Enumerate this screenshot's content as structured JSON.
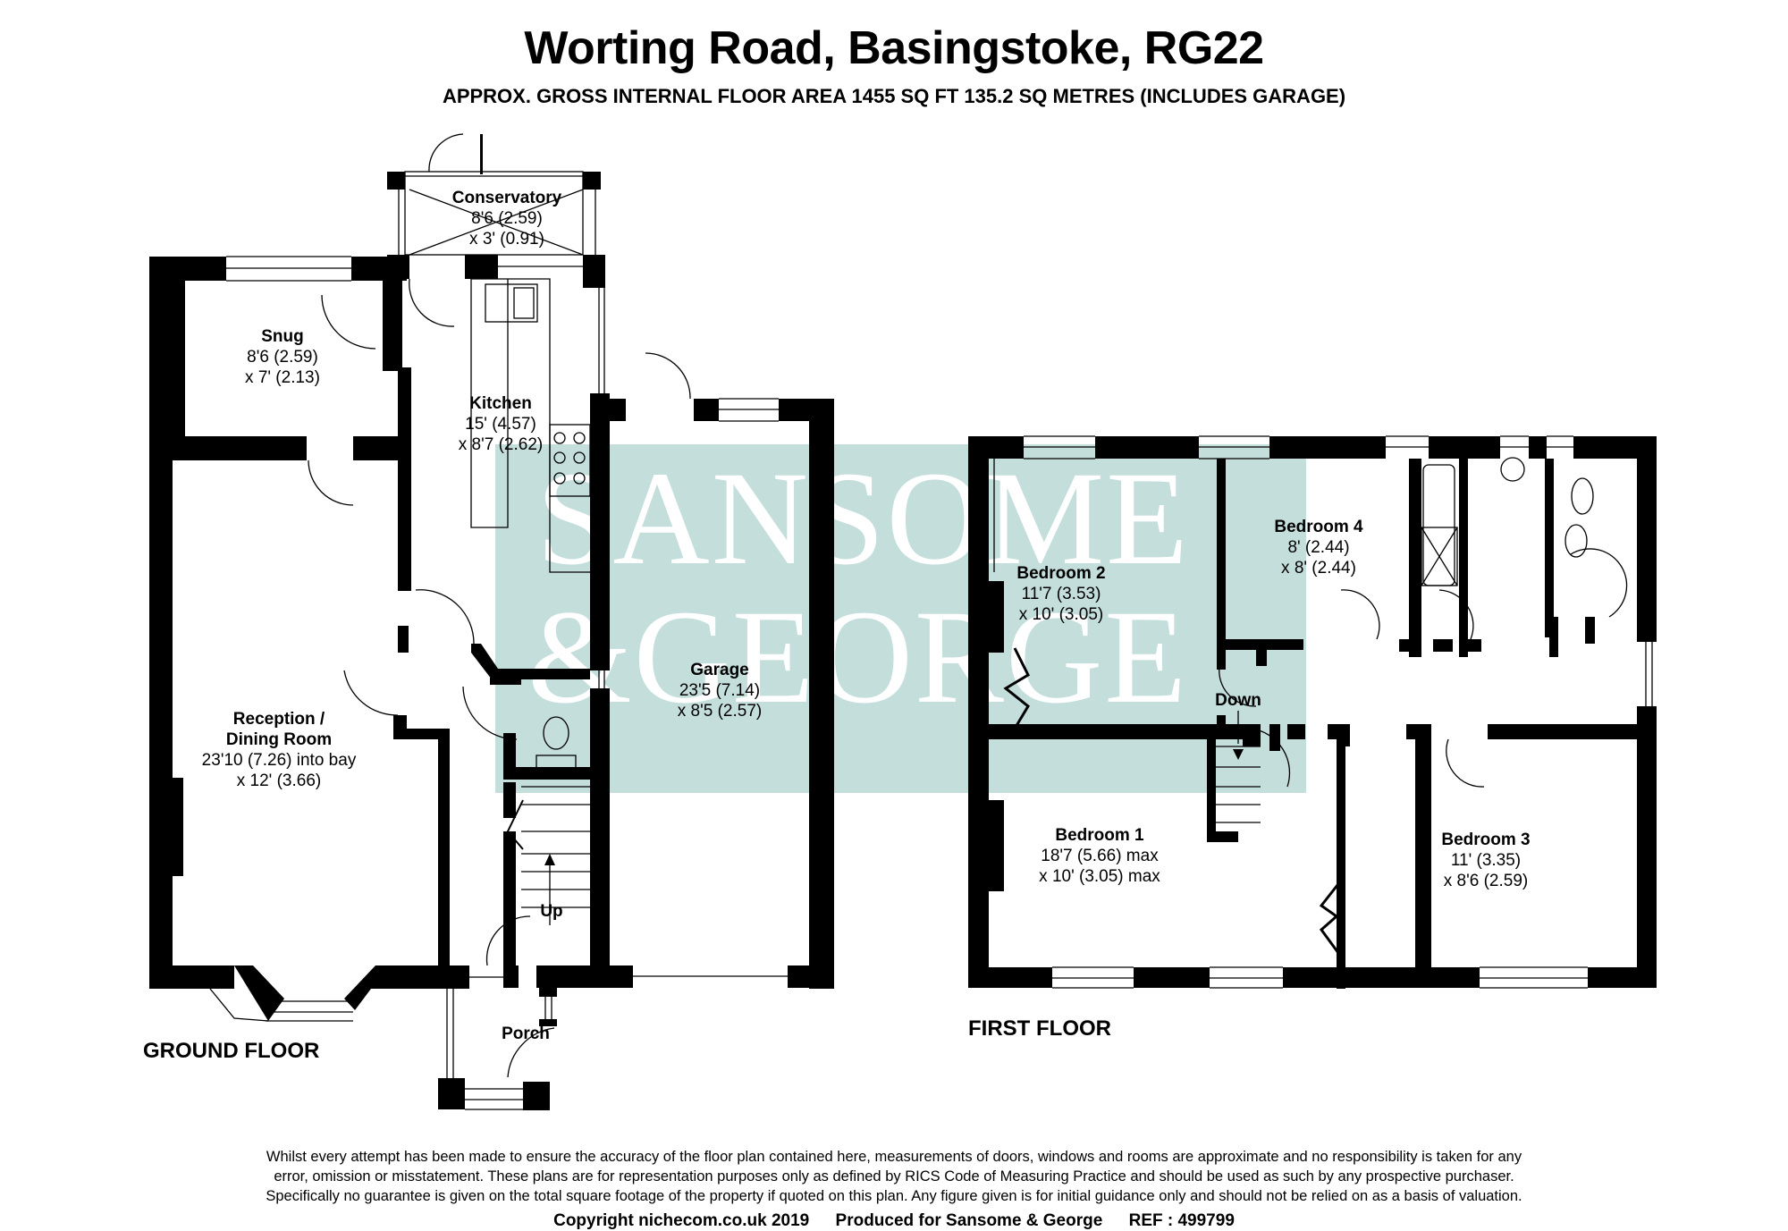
{
  "header": {
    "title": "Worting Road, Basingstoke, RG22",
    "subtitle": "APPROX. GROSS INTERNAL FLOOR AREA 1455 SQ FT 135.2 SQ METRES (INCLUDES GARAGE)"
  },
  "watermark": {
    "line1": "SANSOME",
    "line2": "&GEORGE",
    "color": "#c4dedc"
  },
  "ground_floor": {
    "label": "GROUND FLOOR",
    "rooms": [
      {
        "name": "Conservatory",
        "dim1": "8'6 (2.59)",
        "dim2": "x 3' (0.91)"
      },
      {
        "name": "Snug",
        "dim1": "8'6 (2.59)",
        "dim2": "x 7' (2.13)"
      },
      {
        "name": "Kitchen",
        "dim1": "15' (4.57)",
        "dim2": "x 8'7 (2.62)"
      },
      {
        "name": "Reception /",
        "name2": "Dining Room",
        "dim1": "23'10 (7.26) into bay",
        "dim2": "x 12' (3.66)"
      },
      {
        "name": "Garage",
        "dim1": "23'5 (7.14)",
        "dim2": "x 8'5 (2.57)"
      },
      {
        "name": "Porch"
      }
    ],
    "stairs_label": "Up"
  },
  "first_floor": {
    "label": "FIRST FLOOR",
    "rooms": [
      {
        "name": "Bedroom 2",
        "dim1": "11'7 (3.53)",
        "dim2": "x 10' (3.05)"
      },
      {
        "name": "Bedroom 4",
        "dim1": "8' (2.44)",
        "dim2": "x 8' (2.44)"
      },
      {
        "name": "Bedroom 1",
        "dim1": "18'7 (5.66) max",
        "dim2": "x 10' (3.05) max"
      },
      {
        "name": "Bedroom 3",
        "dim1": "11' (3.35)",
        "dim2": "x 8'6 (2.59)"
      }
    ],
    "stairs_label": "Down"
  },
  "disclaimer": {
    "line1": "Whilst every attempt has been made to ensure the accuracy of the floor plan contained here, measurements of doors, windows and rooms are approximate and no responsibility is taken for any",
    "line2": "error, omission or misstatement. These plans are for representation purposes only as defined by RICS Code of Measuring Practice and should be used as such by any prospective purchaser.",
    "line3": "Specifically no guarantee is given on the total square footage of the property if quoted on this plan. Any figure given is for initial guidance only and should not be relied on as a basis of valuation."
  },
  "footer": {
    "copyright": "Copyright nichecom.co.uk 2019",
    "produced_for": "Produced for Sansome & George",
    "ref": "REF : 499799"
  }
}
